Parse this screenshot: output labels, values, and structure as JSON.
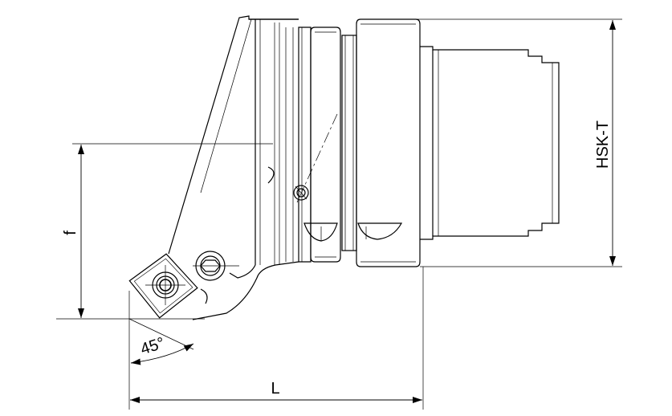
{
  "drawing": {
    "dimension_labels": {
      "length": "L",
      "offset": "f",
      "interface": "HSK-T",
      "angle": "45°"
    },
    "colors": {
      "line": "#000000",
      "background": "#ffffff"
    }
  }
}
